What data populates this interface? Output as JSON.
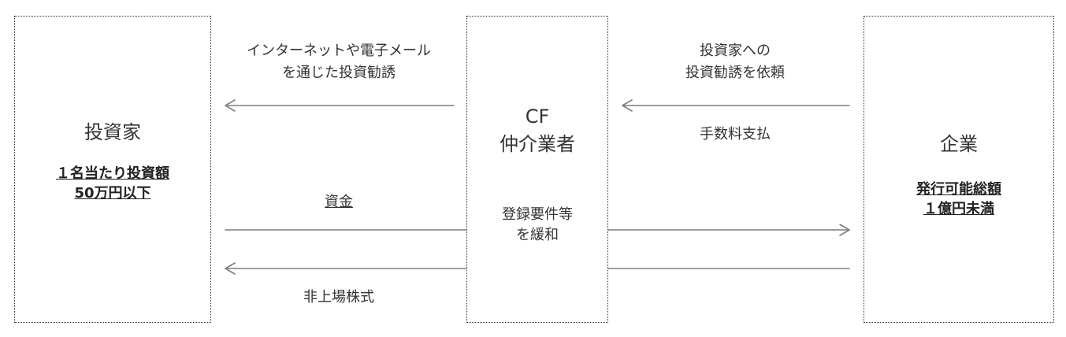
{
  "investor": {
    "title": "投資家",
    "limit_line1": "１名当たり投資額",
    "limit_line2": "50万円以下"
  },
  "broker": {
    "title_line1": "CF",
    "title_line2": "仲介業者",
    "relief_line1": "登録要件等",
    "relief_line2": "を緩和"
  },
  "company": {
    "title": "企業",
    "limit_line1": "発行可能総額",
    "limit_line2": "１億円未満"
  },
  "flows": {
    "solicitation_line1": "インターネットや電子メール",
    "solicitation_line2": "を通じた投資勧誘",
    "request_line1": "投資家への",
    "request_line2": "投資勧誘を依頼",
    "fee": "手数料支払",
    "funds": "資金",
    "shares": "非上場株式"
  }
}
